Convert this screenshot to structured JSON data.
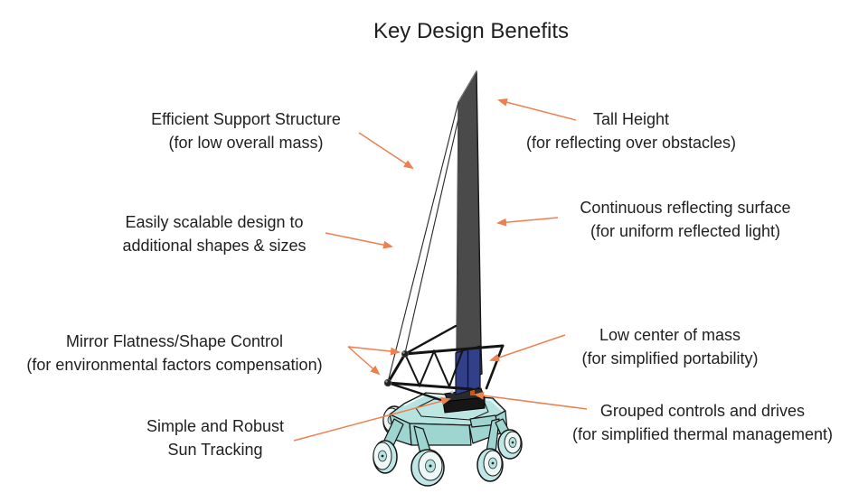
{
  "title": "Key Design Benefits",
  "colors": {
    "arrow": "#ED8050",
    "text": "#1f1f1f",
    "mirror": "#4a4a4a",
    "mirror_edge": "#161616",
    "panel_blue": "#32408a",
    "base": "#b5e3e0",
    "base_shade": "#9fd5d1",
    "wheel_face": "#edf8f7",
    "outline": "#141414"
  },
  "labels": [
    {
      "id": "efficient-support",
      "lines": [
        "Efficient Support Structure",
        "(for low overall mass)"
      ]
    },
    {
      "id": "tall-height",
      "lines": [
        "Tall Height",
        "(for reflecting over obstacles)"
      ]
    },
    {
      "id": "scalable-design",
      "lines": [
        "Easily scalable design to",
        "additional shapes & sizes"
      ]
    },
    {
      "id": "continuous-surface",
      "lines": [
        "Continuous reflecting surface",
        "(for uniform reflected light)"
      ]
    },
    {
      "id": "mirror-flatness",
      "lines": [
        "Mirror Flatness/Shape Control",
        "(for environmental factors compensation)"
      ]
    },
    {
      "id": "low-center-of-mass",
      "lines": [
        "Low center of mass",
        "(for simplified portability)"
      ]
    },
    {
      "id": "sun-tracking",
      "lines": [
        "Simple and Robust",
        "Sun Tracking"
      ]
    },
    {
      "id": "grouped-controls",
      "lines": [
        "Grouped controls and drives",
        "(for simplified thermal management)"
      ]
    }
  ]
}
